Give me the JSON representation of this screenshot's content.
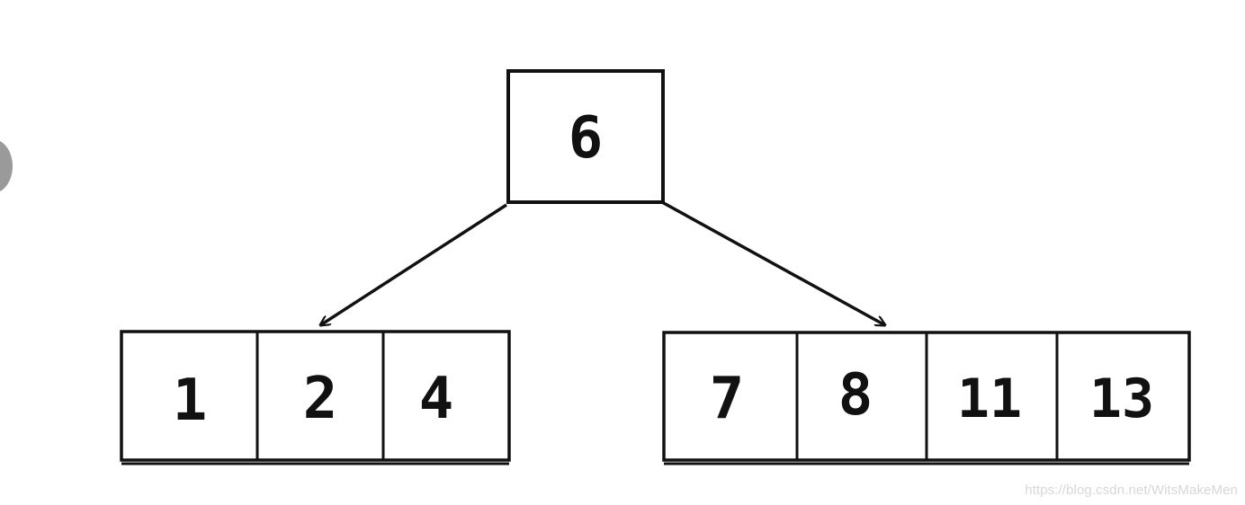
{
  "tree": {
    "root": {
      "keys": [
        "6"
      ]
    },
    "children": [
      {
        "keys": [
          "1",
          "2",
          "4"
        ]
      },
      {
        "keys": [
          "7",
          "8",
          "11",
          "13"
        ]
      }
    ]
  },
  "watermark": "https://blog.csdn.net/WitsMakeMen"
}
